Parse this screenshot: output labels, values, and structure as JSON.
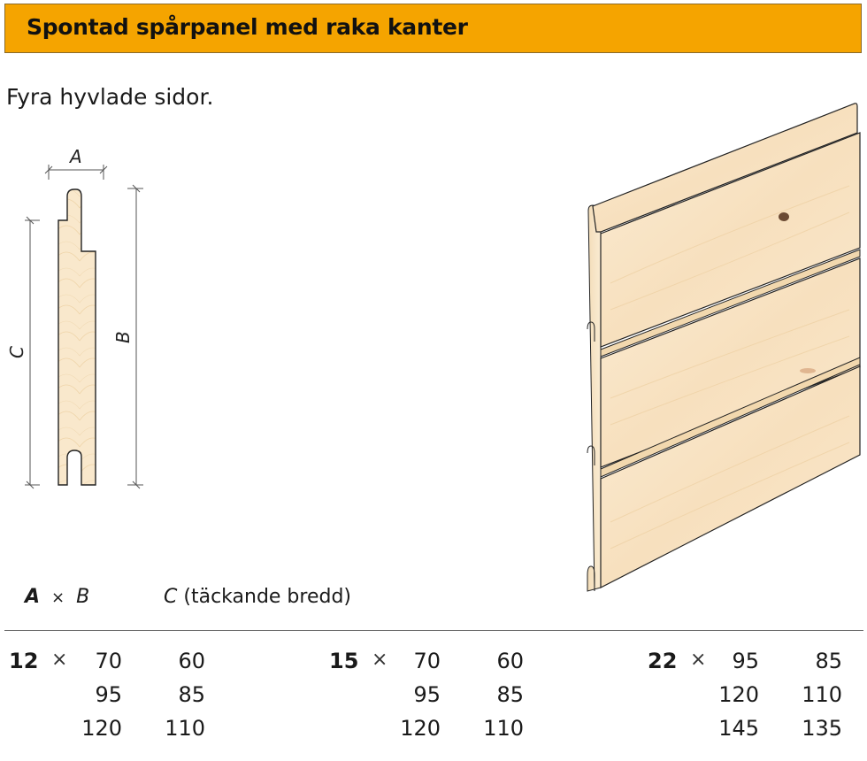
{
  "header": {
    "title": "Spontad spårpanel med raka kanter",
    "background_color": "#F5A400"
  },
  "subtitle": "Fyra hyvlade sidor.",
  "diagram": {
    "labels": {
      "a": "A",
      "b": "B",
      "c": "C"
    },
    "wood_color": "#F8E7CB"
  },
  "table": {
    "header": {
      "a": "A",
      "times": "×",
      "b": "B",
      "c_label": "C",
      "c_desc": "(täckande bredd)"
    },
    "groups": [
      {
        "thickness": "12",
        "times": "×",
        "rows": [
          {
            "b": "70",
            "c": "60"
          },
          {
            "b": "95",
            "c": "85"
          },
          {
            "b": "120",
            "c": "110"
          }
        ]
      },
      {
        "thickness": "15",
        "times": "×",
        "rows": [
          {
            "b": "70",
            "c": "60"
          },
          {
            "b": "95",
            "c": "85"
          },
          {
            "b": "120",
            "c": "110"
          }
        ]
      },
      {
        "thickness": "22",
        "times": "×",
        "rows": [
          {
            "b": "95",
            "c": "85"
          },
          {
            "b": "120",
            "c": "110"
          },
          {
            "b": "145",
            "c": "135"
          }
        ]
      }
    ]
  }
}
